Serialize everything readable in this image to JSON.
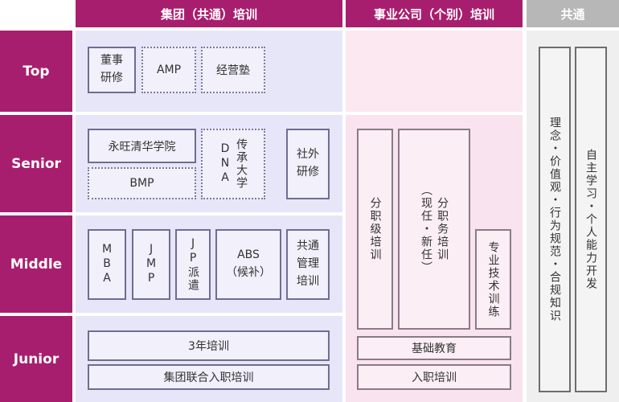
{
  "headers": {
    "group": "集团（共通）培训",
    "business": "事业公司（个别）培训",
    "common": "共通"
  },
  "levels": {
    "top": "Top",
    "senior": "Senior",
    "middle": "Middle",
    "junior": "Junior"
  },
  "group": {
    "board_training": "董事\n研修",
    "amp": "AMP",
    "management_school": "经营塾",
    "aeon_tsinghua": "永旺清华学院",
    "bmp": "BMP",
    "dna_university": "传承大学",
    "dna_letters": "DNA",
    "external_training": "社外\n研修",
    "mba": "MBA",
    "jmp": "JMP",
    "jp_dispatch_jp": "JP",
    "jp_dispatch_rest": "派遣",
    "abs": "ABS\n（候补）",
    "common_mgmt": "共通\n管理\n培训",
    "three_year": "3年培训",
    "joint_induction": "集团联合入职培训"
  },
  "business": {
    "grade_training": "分职级培训",
    "duty_training": "分职务培训",
    "duty_training_note": "（现任・新任）",
    "tech_training": "专业技术训练",
    "basic_education": "基础教育",
    "induction": "入职培训"
  },
  "common": {
    "philosophy": "理念・价值观・行为规范・合规知识",
    "self_dev": "自主学习・个人能力开发"
  },
  "colors": {
    "magenta": "#a81e6e",
    "lavender": "#e6e6f8",
    "pink": "#f8e3ee",
    "gray": "#efefef"
  }
}
